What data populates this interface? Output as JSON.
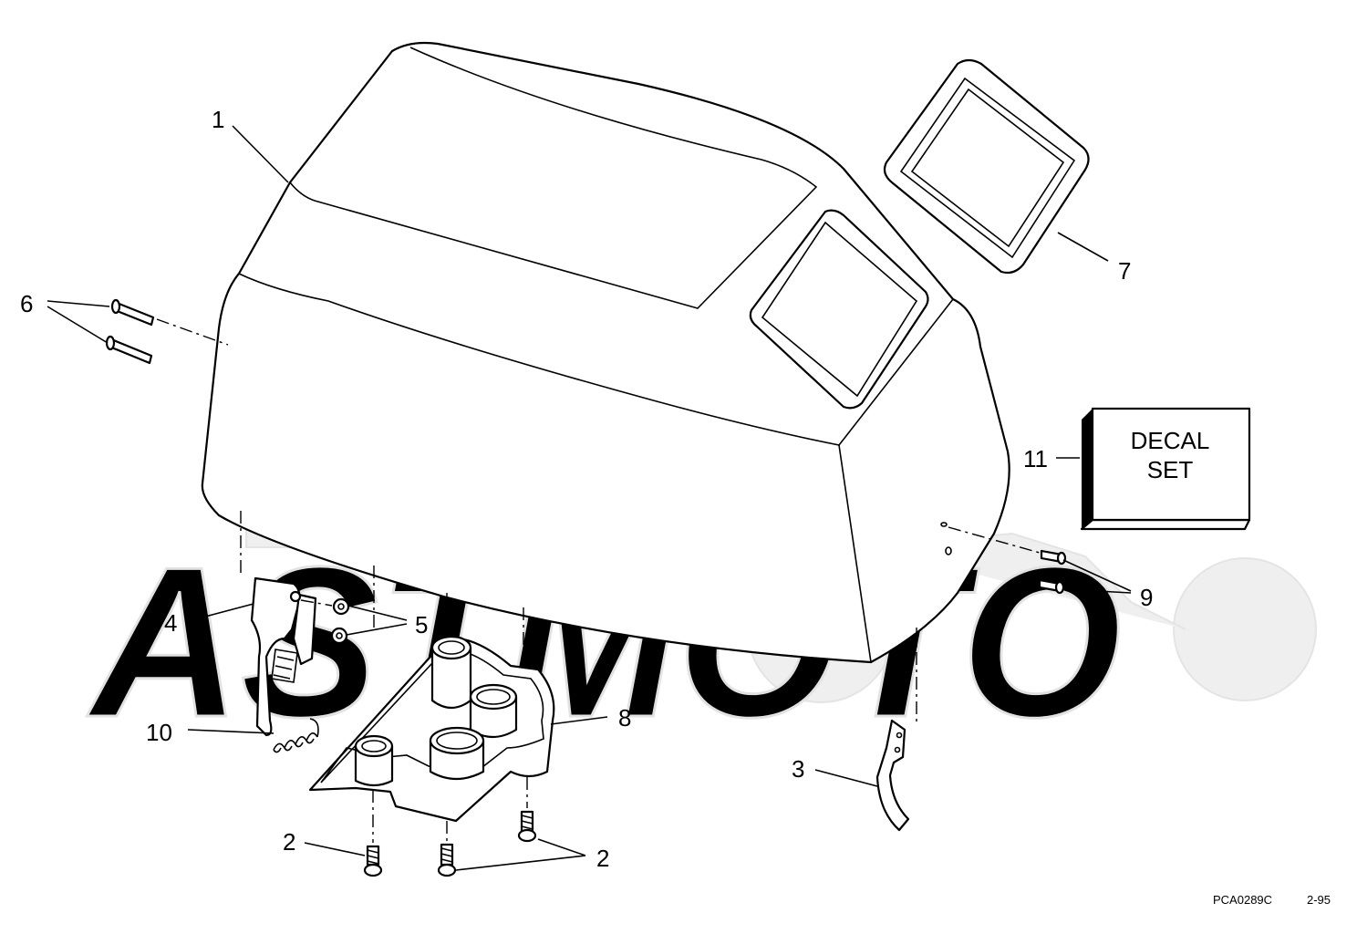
{
  "diagram": {
    "callouts": {
      "c1": "1",
      "c2a": "2",
      "c2b": "2",
      "c3": "3",
      "c4": "4",
      "c5": "5",
      "c6": "6",
      "c7": "7",
      "c8": "8",
      "c9": "9",
      "c10": "10",
      "c11": "11"
    },
    "decal": {
      "line1": "DECAL",
      "line2": "SET"
    },
    "drawing_code": "PCA0289C",
    "date_code": "2-95",
    "watermark_text": "ASTMOTO"
  },
  "colors": {
    "line": "#000000",
    "background": "#ffffff",
    "watermark": "#efefef"
  }
}
